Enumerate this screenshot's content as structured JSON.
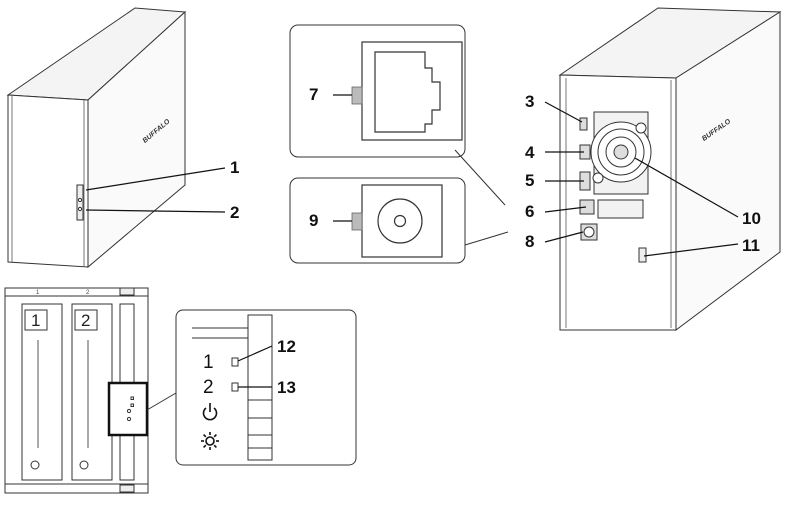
{
  "callouts": {
    "c1": "1",
    "c2": "2",
    "c3": "3",
    "c4": "4",
    "c5": "5",
    "c6": "6",
    "c7": "7",
    "c8": "8",
    "c9": "9",
    "c10": "10",
    "c11": "11",
    "c12": "12",
    "c13": "13"
  },
  "front_panel": {
    "bay_tab_1": "1",
    "bay_tab_2": "2",
    "bay_1": "1",
    "bay_2": "2"
  },
  "zoom_indicator": {
    "drive_1_label": "1",
    "drive_2_label": "2",
    "power_icon": "power-icon",
    "settings_icon": "gear-icon"
  },
  "brand_mark": "BUFFALO"
}
